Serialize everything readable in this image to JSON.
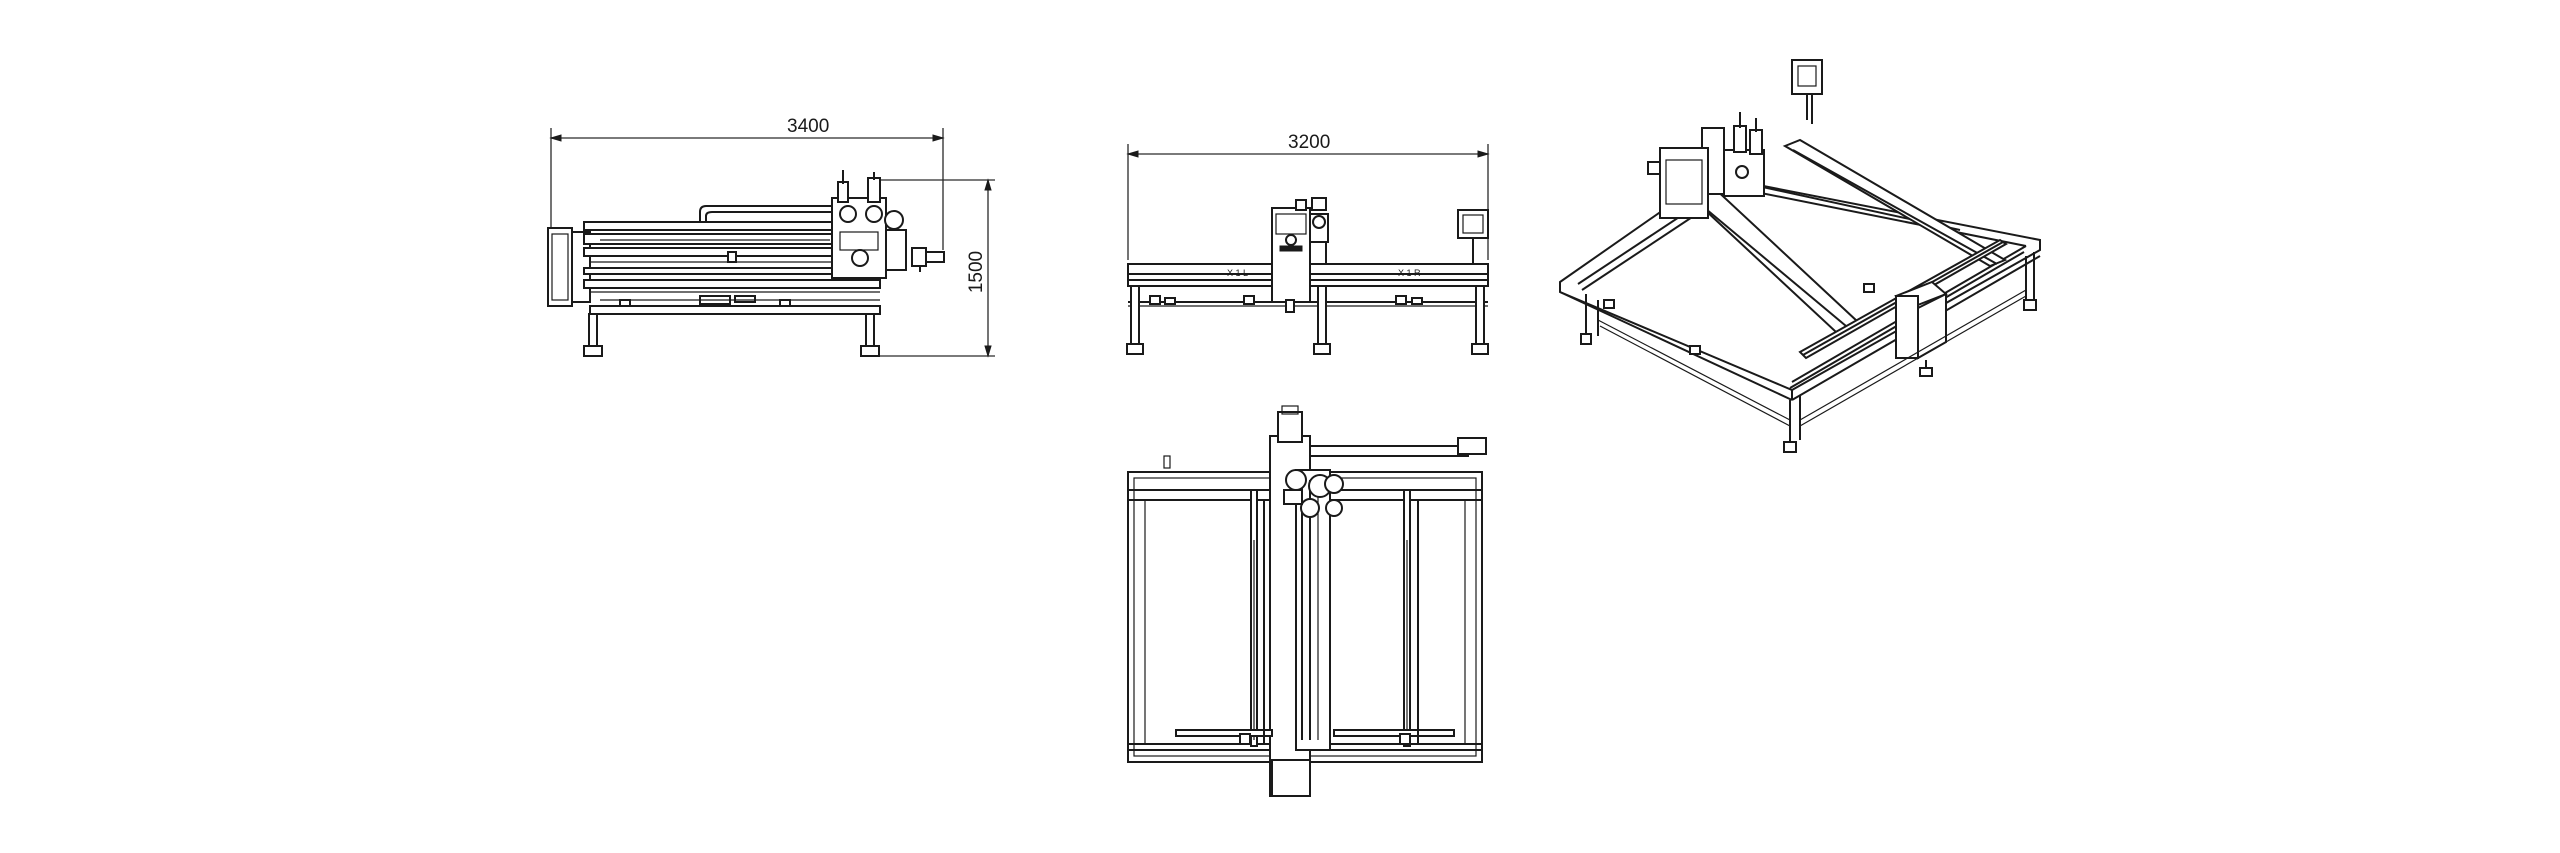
{
  "drawing": {
    "side_view": {
      "width_dim": "3400",
      "height_dim": "1500"
    },
    "front_view": {
      "width_dim": "3200"
    },
    "panel_labels": {
      "left": "X 1 L",
      "right": "X 1 R"
    }
  }
}
